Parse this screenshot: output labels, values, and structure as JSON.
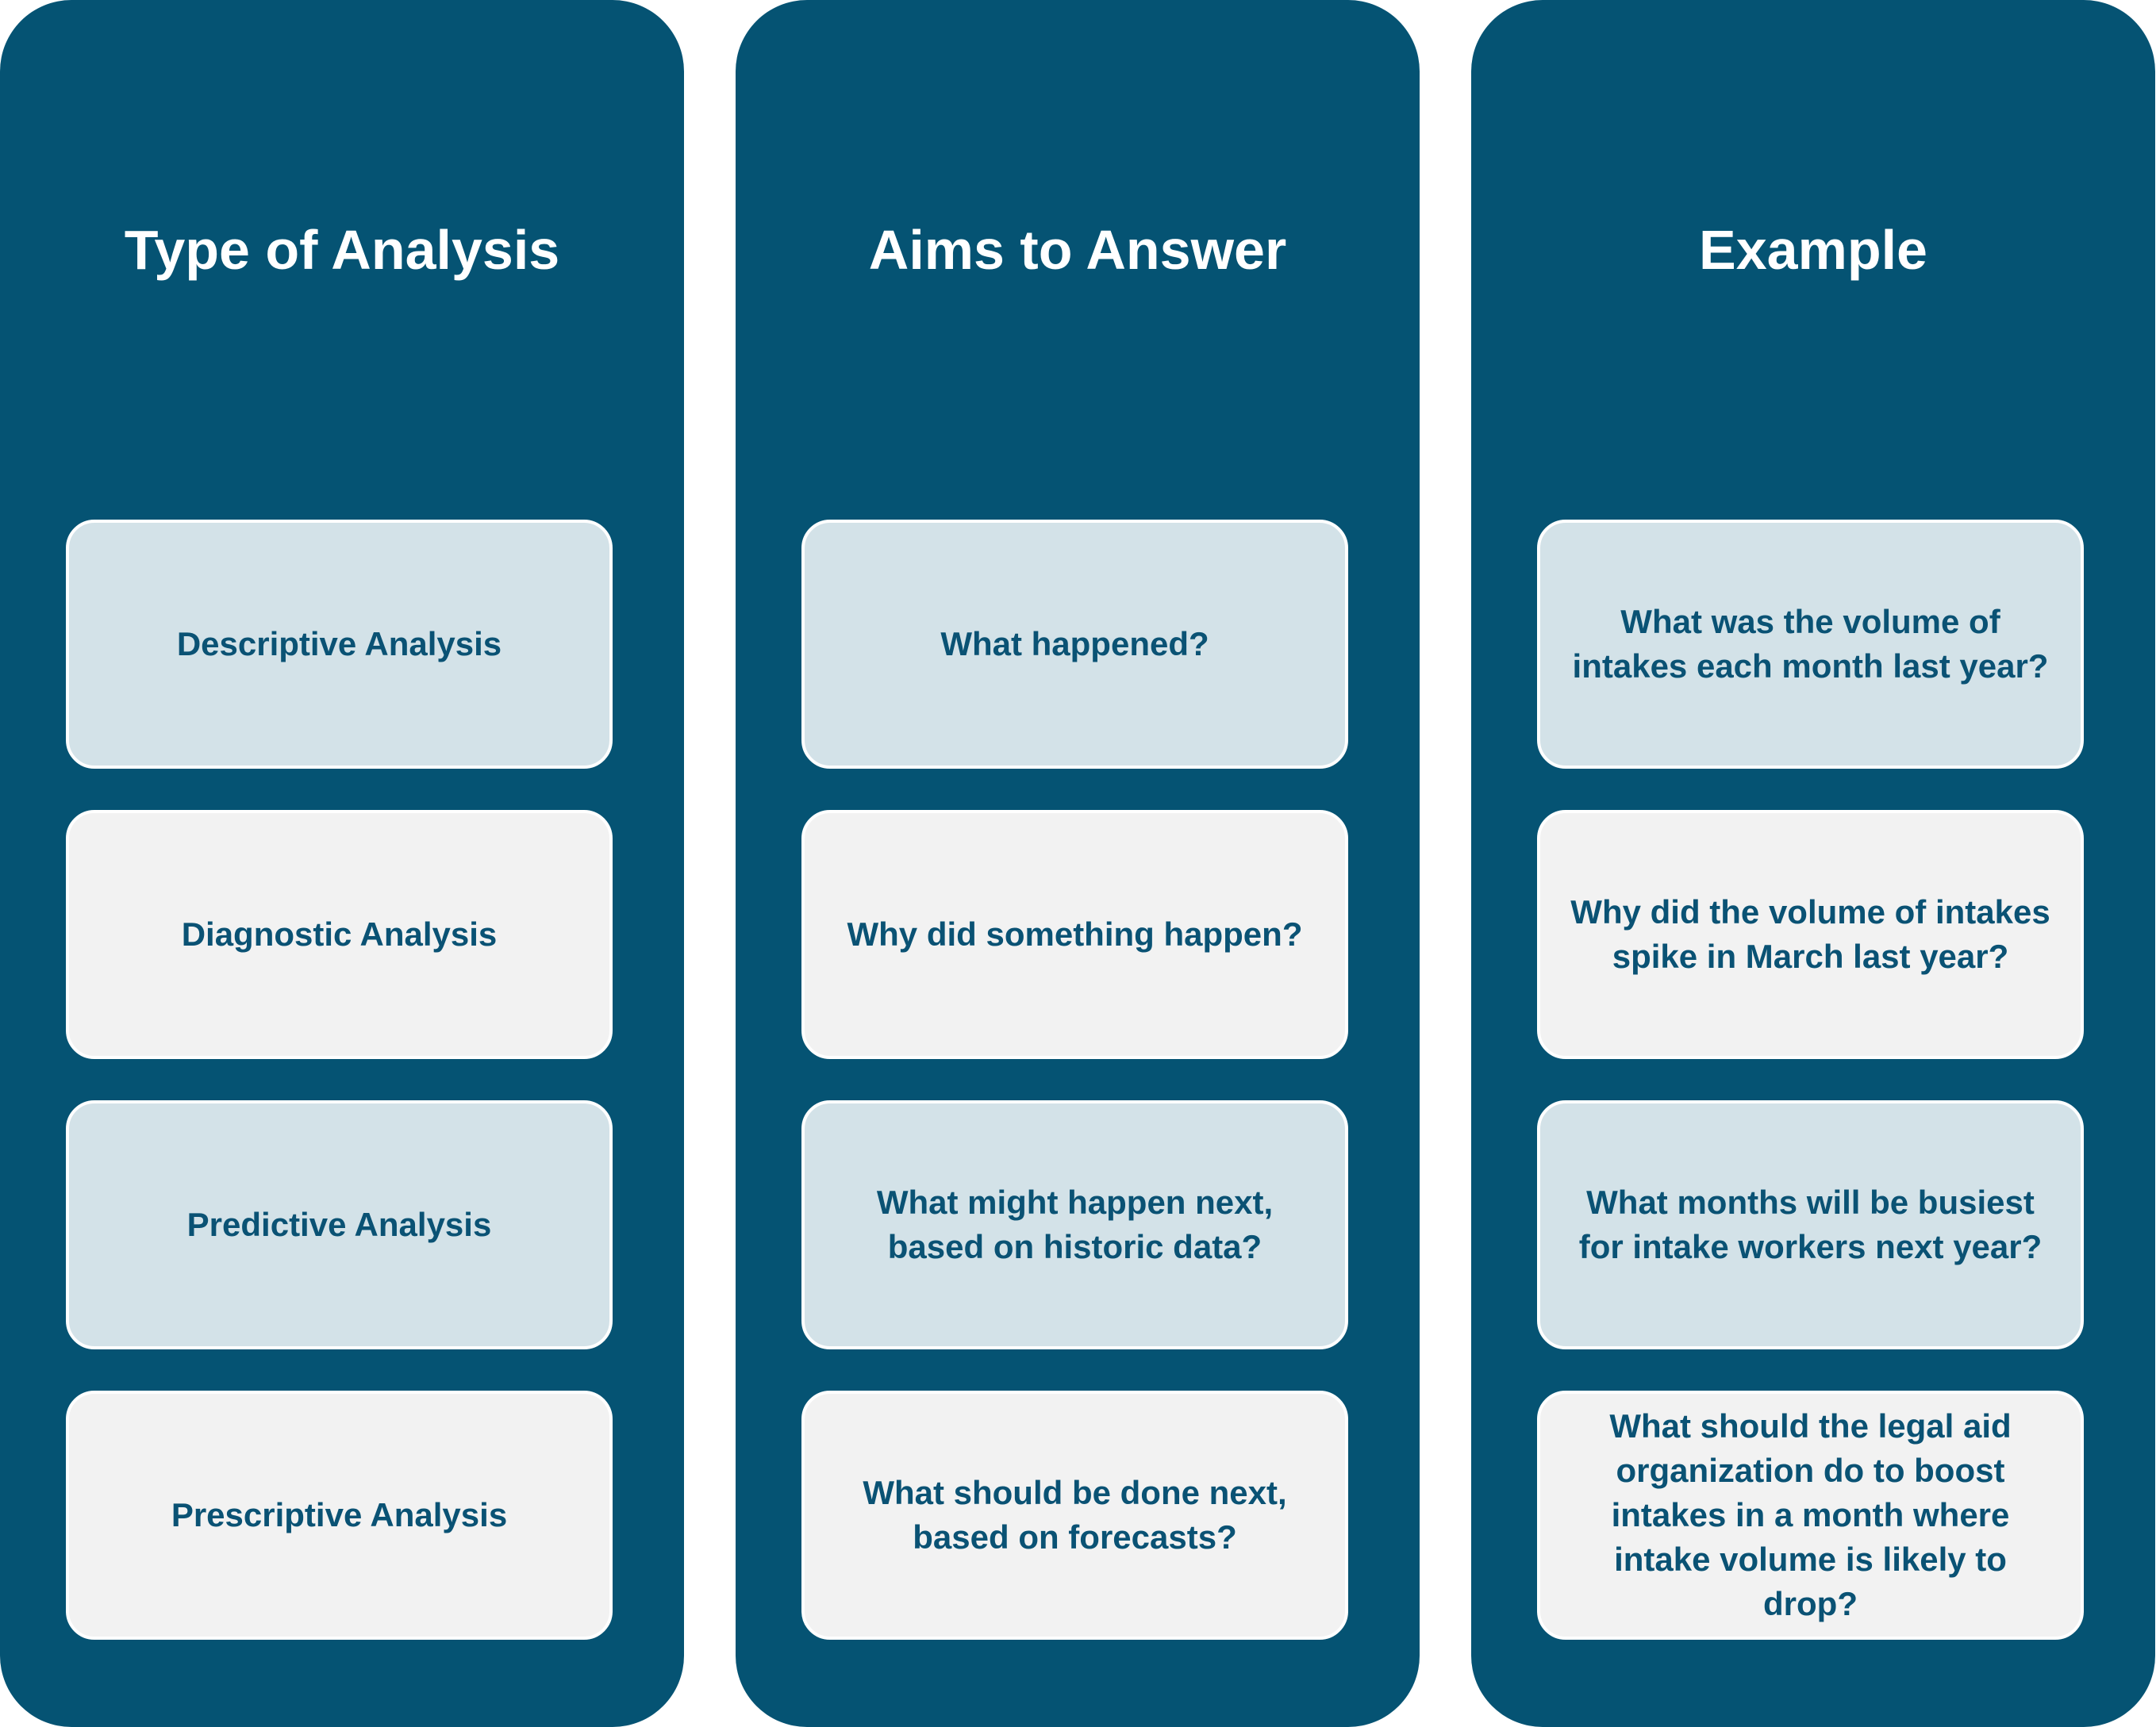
{
  "colors": {
    "column_bg": "#055373",
    "card_blue": "#d3e2e8",
    "card_grey": "#f2f2f2",
    "text": "#0a5274"
  },
  "columns": [
    {
      "title": "Type of Analysis",
      "cards": [
        "Descriptive Analysis",
        "Diagnostic Analysis",
        "Predictive Analysis",
        "Prescriptive Analysis"
      ]
    },
    {
      "title": "Aims to Answer",
      "cards": [
        "What happened?",
        "Why did something happen?",
        "What might happen next, based on historic data?",
        "What should be done next, based on forecasts?"
      ]
    },
    {
      "title": "Example",
      "cards": [
        "What was the volume of intakes each month last year?",
        "Why did the volume of intakes spike in March last year?",
        "What months will be busiest for intake workers next year?",
        "What should the legal aid organization do to boost intakes in a month where intake volume is likely to drop?"
      ]
    }
  ]
}
